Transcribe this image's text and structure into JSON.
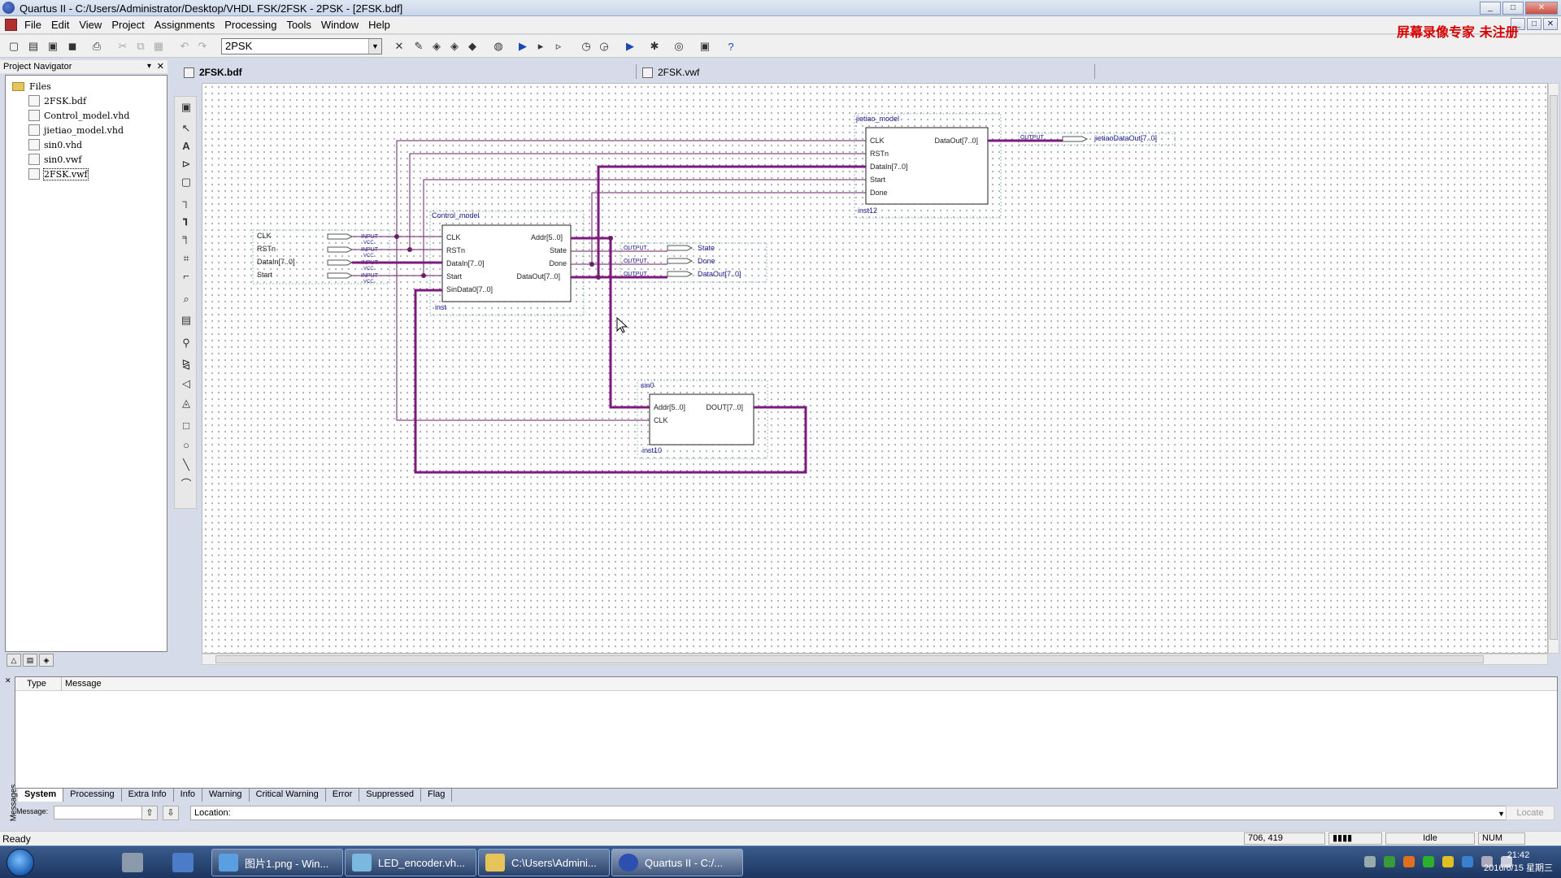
{
  "window": {
    "title": "Quartus II - C:/Users/Administrator/Desktop/VHDL FSK/2FSK - 2PSK - [2FSK.bdf]",
    "watermark": "屏幕录像专家 未注册",
    "buttons": [
      "_",
      "□",
      "✕"
    ]
  },
  "menu": [
    "File",
    "Edit",
    "View",
    "Project",
    "Assignments",
    "Processing",
    "Tools",
    "Window",
    "Help"
  ],
  "toolbar": {
    "project_combo": "2PSK"
  },
  "navigator": {
    "title": "Project Navigator",
    "root": "Files",
    "files": [
      {
        "name": "2FSK.bdf",
        "icon": "bdf-file-icon"
      },
      {
        "name": "Control_model.vhd",
        "icon": "vhd-file-icon"
      },
      {
        "name": "jietiao_model.vhd",
        "icon": "vhd-file-icon"
      },
      {
        "name": "sin0.vhd",
        "icon": "vhd-file-icon"
      },
      {
        "name": "sin0.vwf",
        "icon": "vwf-file-icon"
      },
      {
        "name": "2FSK.vwf",
        "icon": "vwf-file-icon",
        "selected": true
      }
    ]
  },
  "doc_tabs": [
    "2FSK.bdf",
    "2FSK.vwf"
  ],
  "schematic": {
    "inputs": [
      "CLK",
      "RSTn",
      "DataIn[7..0]",
      "Start"
    ],
    "input_type": "INPUT",
    "vcc": "VCC",
    "output_type": "OUTPUT",
    "control": {
      "title": "Control_model",
      "inst": "inst",
      "ports_left": [
        "CLK",
        "RSTn",
        "DataIn[7..0]",
        "Start",
        "SinData0[7..0]"
      ],
      "ports_right": [
        "Addr[5..0]",
        "State",
        "Done",
        "DataOut[7..0]"
      ]
    },
    "outputs": [
      "State",
      "Done",
      "DataOut[7..0]"
    ],
    "jietiao": {
      "title": "jietiao_model",
      "inst": "inst12",
      "ports_left": [
        "CLK",
        "RSTn",
        "DataIn[7..0]",
        "Start",
        "Done"
      ],
      "ports_right": [
        "DataOut[7..0]"
      ],
      "output": "jietiaoDataOut[7..0]"
    },
    "sin0": {
      "title": "sin0",
      "inst": "inst10",
      "ports_left": [
        "Addr[5..0]",
        "CLK"
      ],
      "ports_right": [
        "DOUT[7..0]"
      ]
    }
  },
  "messages": {
    "columns": [
      "Type",
      "Message"
    ],
    "side_label": "Messages",
    "tabs": [
      "System",
      "Processing",
      "Extra Info",
      "Info",
      "Warning",
      "Critical Warning",
      "Error",
      "Suppressed",
      "Flag"
    ],
    "message_label": "Message:",
    "location_label": "Location:",
    "locate_button": "Locate"
  },
  "status": {
    "ready": "Ready",
    "coords": "706, 419",
    "state": "Idle",
    "num": "NUM"
  },
  "taskbar": {
    "items": [
      "图片1.png - Win...",
      "LED_encoder.vh...",
      "C:\\Users\\Admini...",
      "Quartus II - C:/..."
    ],
    "time": "21:42",
    "date": "2016/6/15 星期三"
  }
}
